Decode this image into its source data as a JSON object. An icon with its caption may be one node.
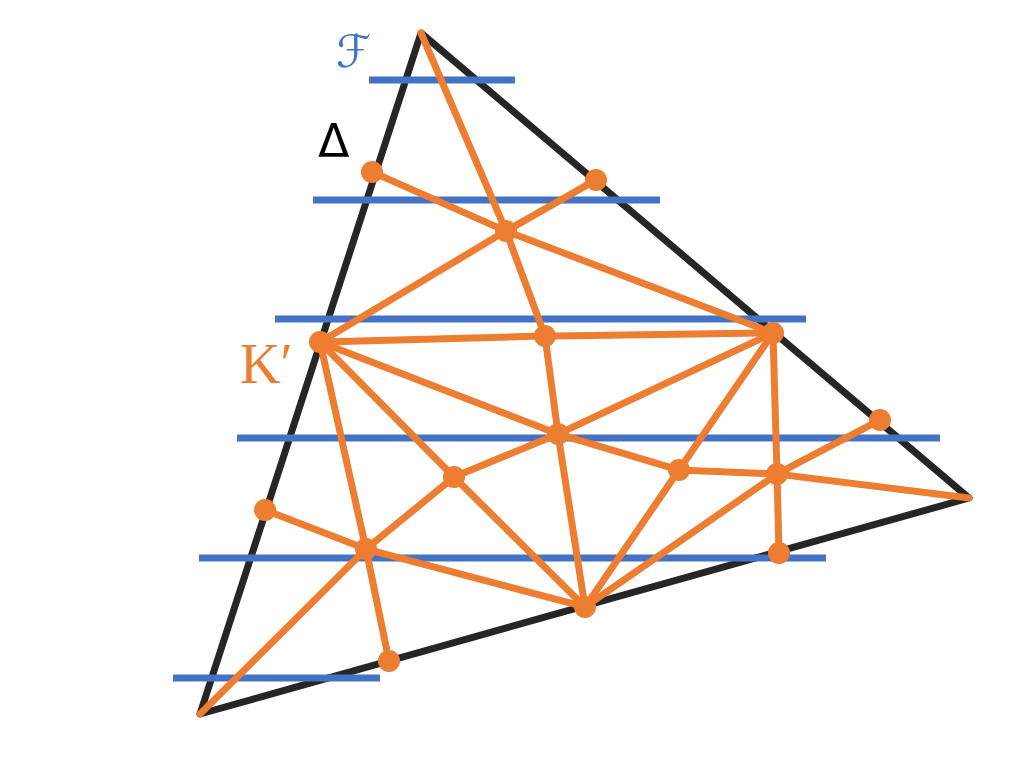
{
  "diagram": {
    "nodes": [
      {
        "text": [],
        "shape": "circle"
      },
      {
        "text": [],
        "shape": "circle"
      },
      {
        "text": [],
        "shape": "circle"
      },
      {
        "text": [],
        "shape": "circle"
      },
      {
        "text": [],
        "shape": "circle"
      },
      {
        "text": [],
        "shape": "circle"
      },
      {
        "text": [],
        "shape": "circle"
      },
      {
        "text": [],
        "shape": "circle"
      },
      {
        "text": [],
        "shape": "circle"
      },
      {
        "text": [],
        "shape": "circle"
      },
      {
        "text": [],
        "shape": "circle"
      },
      {
        "text": [],
        "shape": "circle"
      },
      {
        "text": [],
        "shape": "circle"
      },
      {
        "text": [],
        "shape": "circle"
      },
      {
        "text": [],
        "shape": "circle"
      },
      {
        "text": [],
        "shape": "circle"
      }
    ],
    "edges": [
      {
        "from": null,
        "to": 2,
        "arrow": "none"
      },
      {
        "from": 0,
        "to": 2,
        "arrow": "none"
      },
      {
        "from": 1,
        "to": 2,
        "arrow": "none"
      },
      {
        "from": 2,
        "to": 3,
        "arrow": "none"
      },
      {
        "from": 2,
        "to": 4,
        "arrow": "none"
      },
      {
        "from": 2,
        "to": 5,
        "arrow": "none"
      },
      {
        "from": 3,
        "to": 4,
        "arrow": "none"
      },
      {
        "from": 4,
        "to": 5,
        "arrow": "none"
      },
      {
        "from": 3,
        "to": 7,
        "arrow": "none"
      },
      {
        "from": 3,
        "to": 8,
        "arrow": "none"
      },
      {
        "from": 3,
        "to": 12,
        "arrow": "none"
      },
      {
        "from": 4,
        "to": 7,
        "arrow": "none"
      },
      {
        "from": 5,
        "to": 7,
        "arrow": "none"
      },
      {
        "from": 5,
        "to": 9,
        "arrow": "none"
      },
      {
        "from": 5,
        "to": 10,
        "arrow": "none"
      },
      {
        "from": 6,
        "to": 10,
        "arrow": "none"
      },
      {
        "from": 7,
        "to": 8,
        "arrow": "none"
      },
      {
        "from": 7,
        "to": 9,
        "arrow": "none"
      },
      {
        "from": 7,
        "to": 14,
        "arrow": "none"
      },
      {
        "from": 8,
        "to": 12,
        "arrow": "none"
      },
      {
        "from": 8,
        "to": 14,
        "arrow": "none"
      },
      {
        "from": 9,
        "to": 10,
        "arrow": "none"
      },
      {
        "from": 9,
        "to": 14,
        "arrow": "none"
      },
      {
        "from": 10,
        "to": null,
        "arrow": "none"
      },
      {
        "from": 10,
        "to": 13,
        "arrow": "none"
      },
      {
        "from": 10,
        "to": 14,
        "arrow": "none"
      },
      {
        "from": 11,
        "to": 12,
        "arrow": "none"
      },
      {
        "from": 12,
        "to": 14,
        "arrow": "none"
      },
      {
        "from": 12,
        "to": 15,
        "arrow": "none"
      },
      {
        "from": 12,
        "to": null,
        "arrow": "none"
      }
    ],
    "labels": [
      "ℱ",
      "Δ",
      "K′"
    ]
  }
}
